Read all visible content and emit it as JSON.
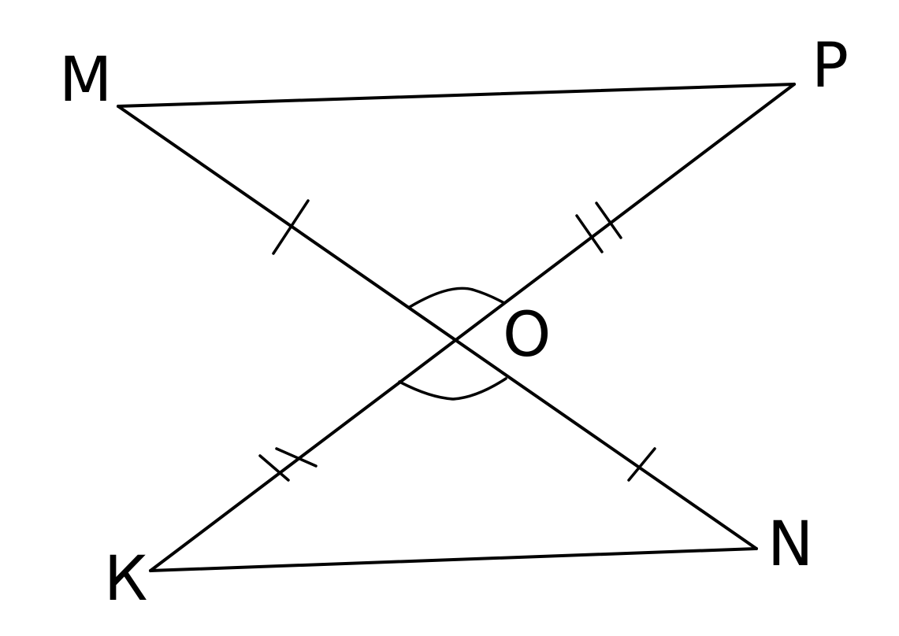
{
  "diagram": {
    "points": {
      "M": "M",
      "P": "P",
      "O": "O",
      "K": "К",
      "N": "N"
    },
    "line_color": "#000000",
    "background": "#ffffff"
  }
}
